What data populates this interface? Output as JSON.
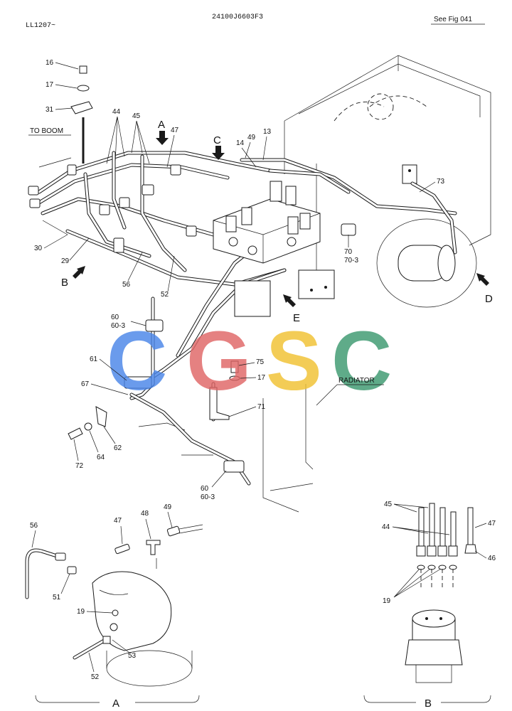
{
  "header": {
    "left_code": "LL1207~",
    "center_code": "24100J6603F3",
    "right_ref": "See Fig 041"
  },
  "labels": {
    "to_boom": "TO BOOM",
    "radiator": "RADIATOR",
    "view_a": "A",
    "view_b": "B",
    "view_c": "C",
    "view_d": "D",
    "view_e": "E",
    "inset_a_title": "A",
    "inset_b_title": "B"
  },
  "callouts": {
    "c16": "16",
    "c17": "17",
    "c31": "31",
    "c44": "44",
    "c45": "45",
    "c47": "47",
    "c49": "49",
    "c13": "13",
    "c14": "14",
    "c73": "73",
    "c30": "30",
    "c29": "29",
    "c56": "56",
    "c52": "52",
    "c70": "70",
    "c70_3": "70-3",
    "c60": "60",
    "c60_3": "60-3",
    "c61": "61",
    "c67": "67",
    "c75": "75",
    "c17b": "17",
    "c71": "71",
    "c62": "62",
    "c64": "64",
    "c72": "72",
    "c60b": "60",
    "c60_3b": "60-3"
  },
  "inset_a": {
    "c56": "56",
    "c47": "47",
    "c48": "48",
    "c49": "49",
    "c51": "51",
    "c19": "19",
    "c53": "53",
    "c52": "52"
  },
  "inset_b": {
    "c45": "45",
    "c44": "44",
    "c47": "47",
    "c46": "46",
    "c19": "19"
  },
  "watermark": {
    "letters": [
      "C",
      "G",
      "S",
      "C"
    ],
    "colors": [
      "#4a86e8",
      "#e06666",
      "#f1c232",
      "#3d9970"
    ]
  }
}
